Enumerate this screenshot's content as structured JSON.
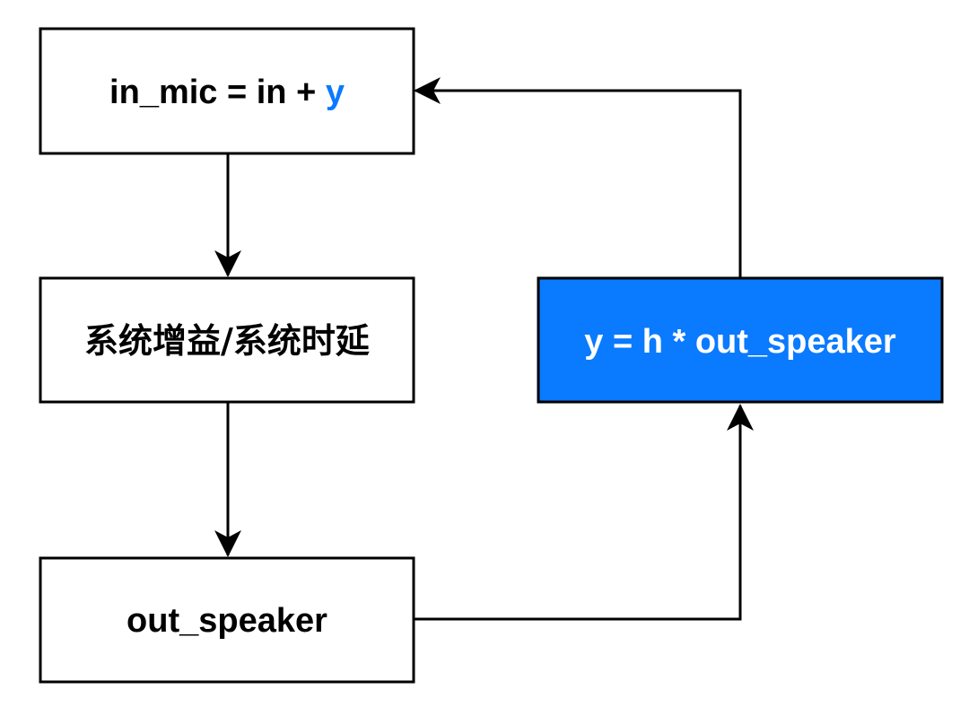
{
  "colors": {
    "accent": "#0a7aff",
    "border": "#000000",
    "text": "#000000",
    "highlight_text": "#ffffff",
    "background": "#ffffff"
  },
  "nodes": {
    "in_mic": {
      "label_prefix": "in_mic = in + ",
      "label_highlight": "y"
    },
    "system": {
      "label": "系统增益/系统时延"
    },
    "out_speaker": {
      "label": "out_speaker"
    },
    "echo_path": {
      "label": "y = h * out_speaker"
    }
  }
}
